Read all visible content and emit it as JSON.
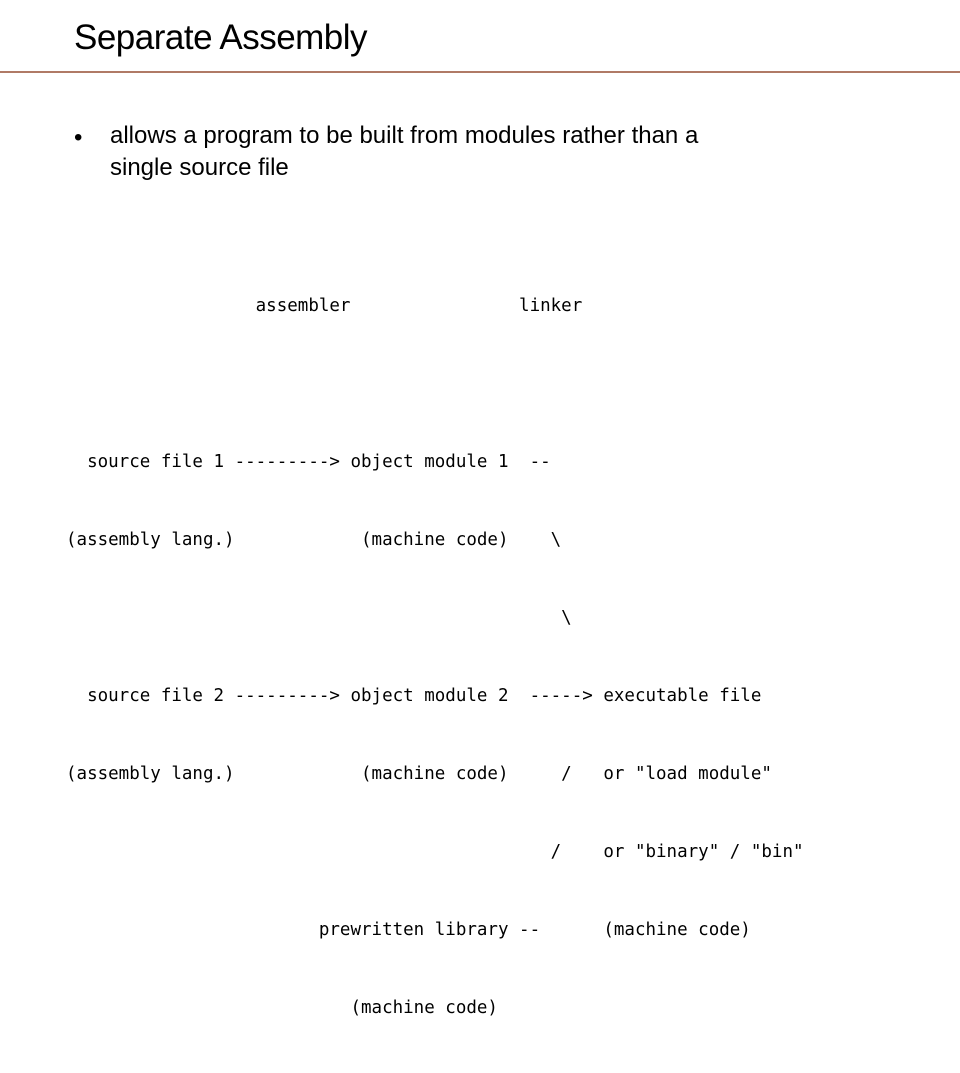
{
  "slide": {
    "title": "Separate Assembly",
    "bullets": [
      {
        "marker": "•",
        "text": "allows a program to be built from modules rather than a\nsingle source file"
      }
    ],
    "diagram_lines": [
      "                  assembler                linker",
      "",
      "  source file 1 ---------> object module 1  --",
      "(assembly lang.)            (machine code)    \\",
      "                                               \\",
      "  source file 2 ---------> object module 2  -----> executable file",
      "(assembly lang.)            (machine code)     /   or \"load module\"",
      "                                              /    or \"binary\" / \"bin\"",
      "                        prewritten library --      (machine code)",
      "                           (machine code)"
    ]
  }
}
